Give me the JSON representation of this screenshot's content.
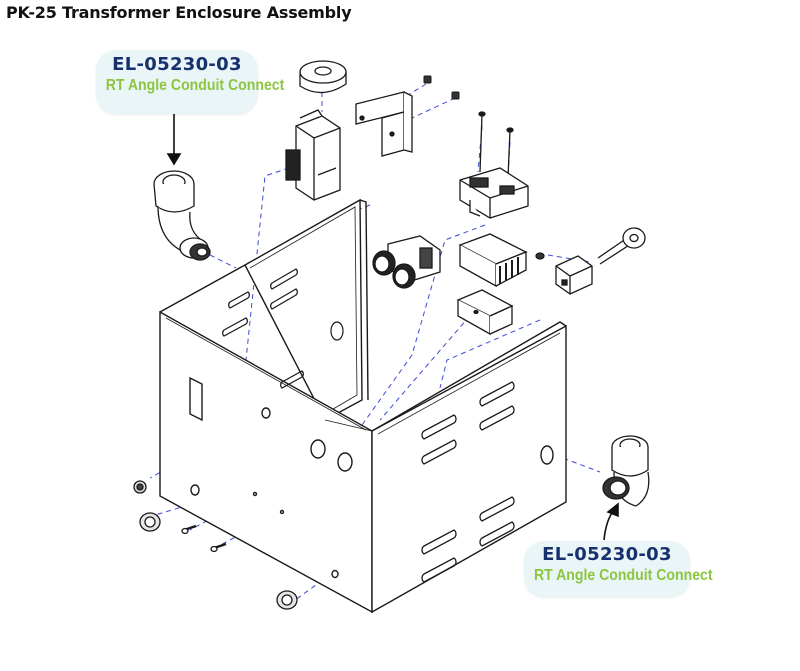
{
  "title": "PK-25 Transformer Enclosure Assembly",
  "callouts": [
    {
      "part_number": "EL-05230-03",
      "description": "RT Angle Conduit Connect"
    },
    {
      "part_number": "EL-05230-03",
      "description": "RT Angle Conduit Connect"
    }
  ],
  "colors": {
    "callout_part_number": "#17306e",
    "callout_description": "#8cc63f",
    "callout_background": "#eaf5f7",
    "leader_lines": "#3b4bd6",
    "drawing_lines": "#1a1a1a"
  }
}
